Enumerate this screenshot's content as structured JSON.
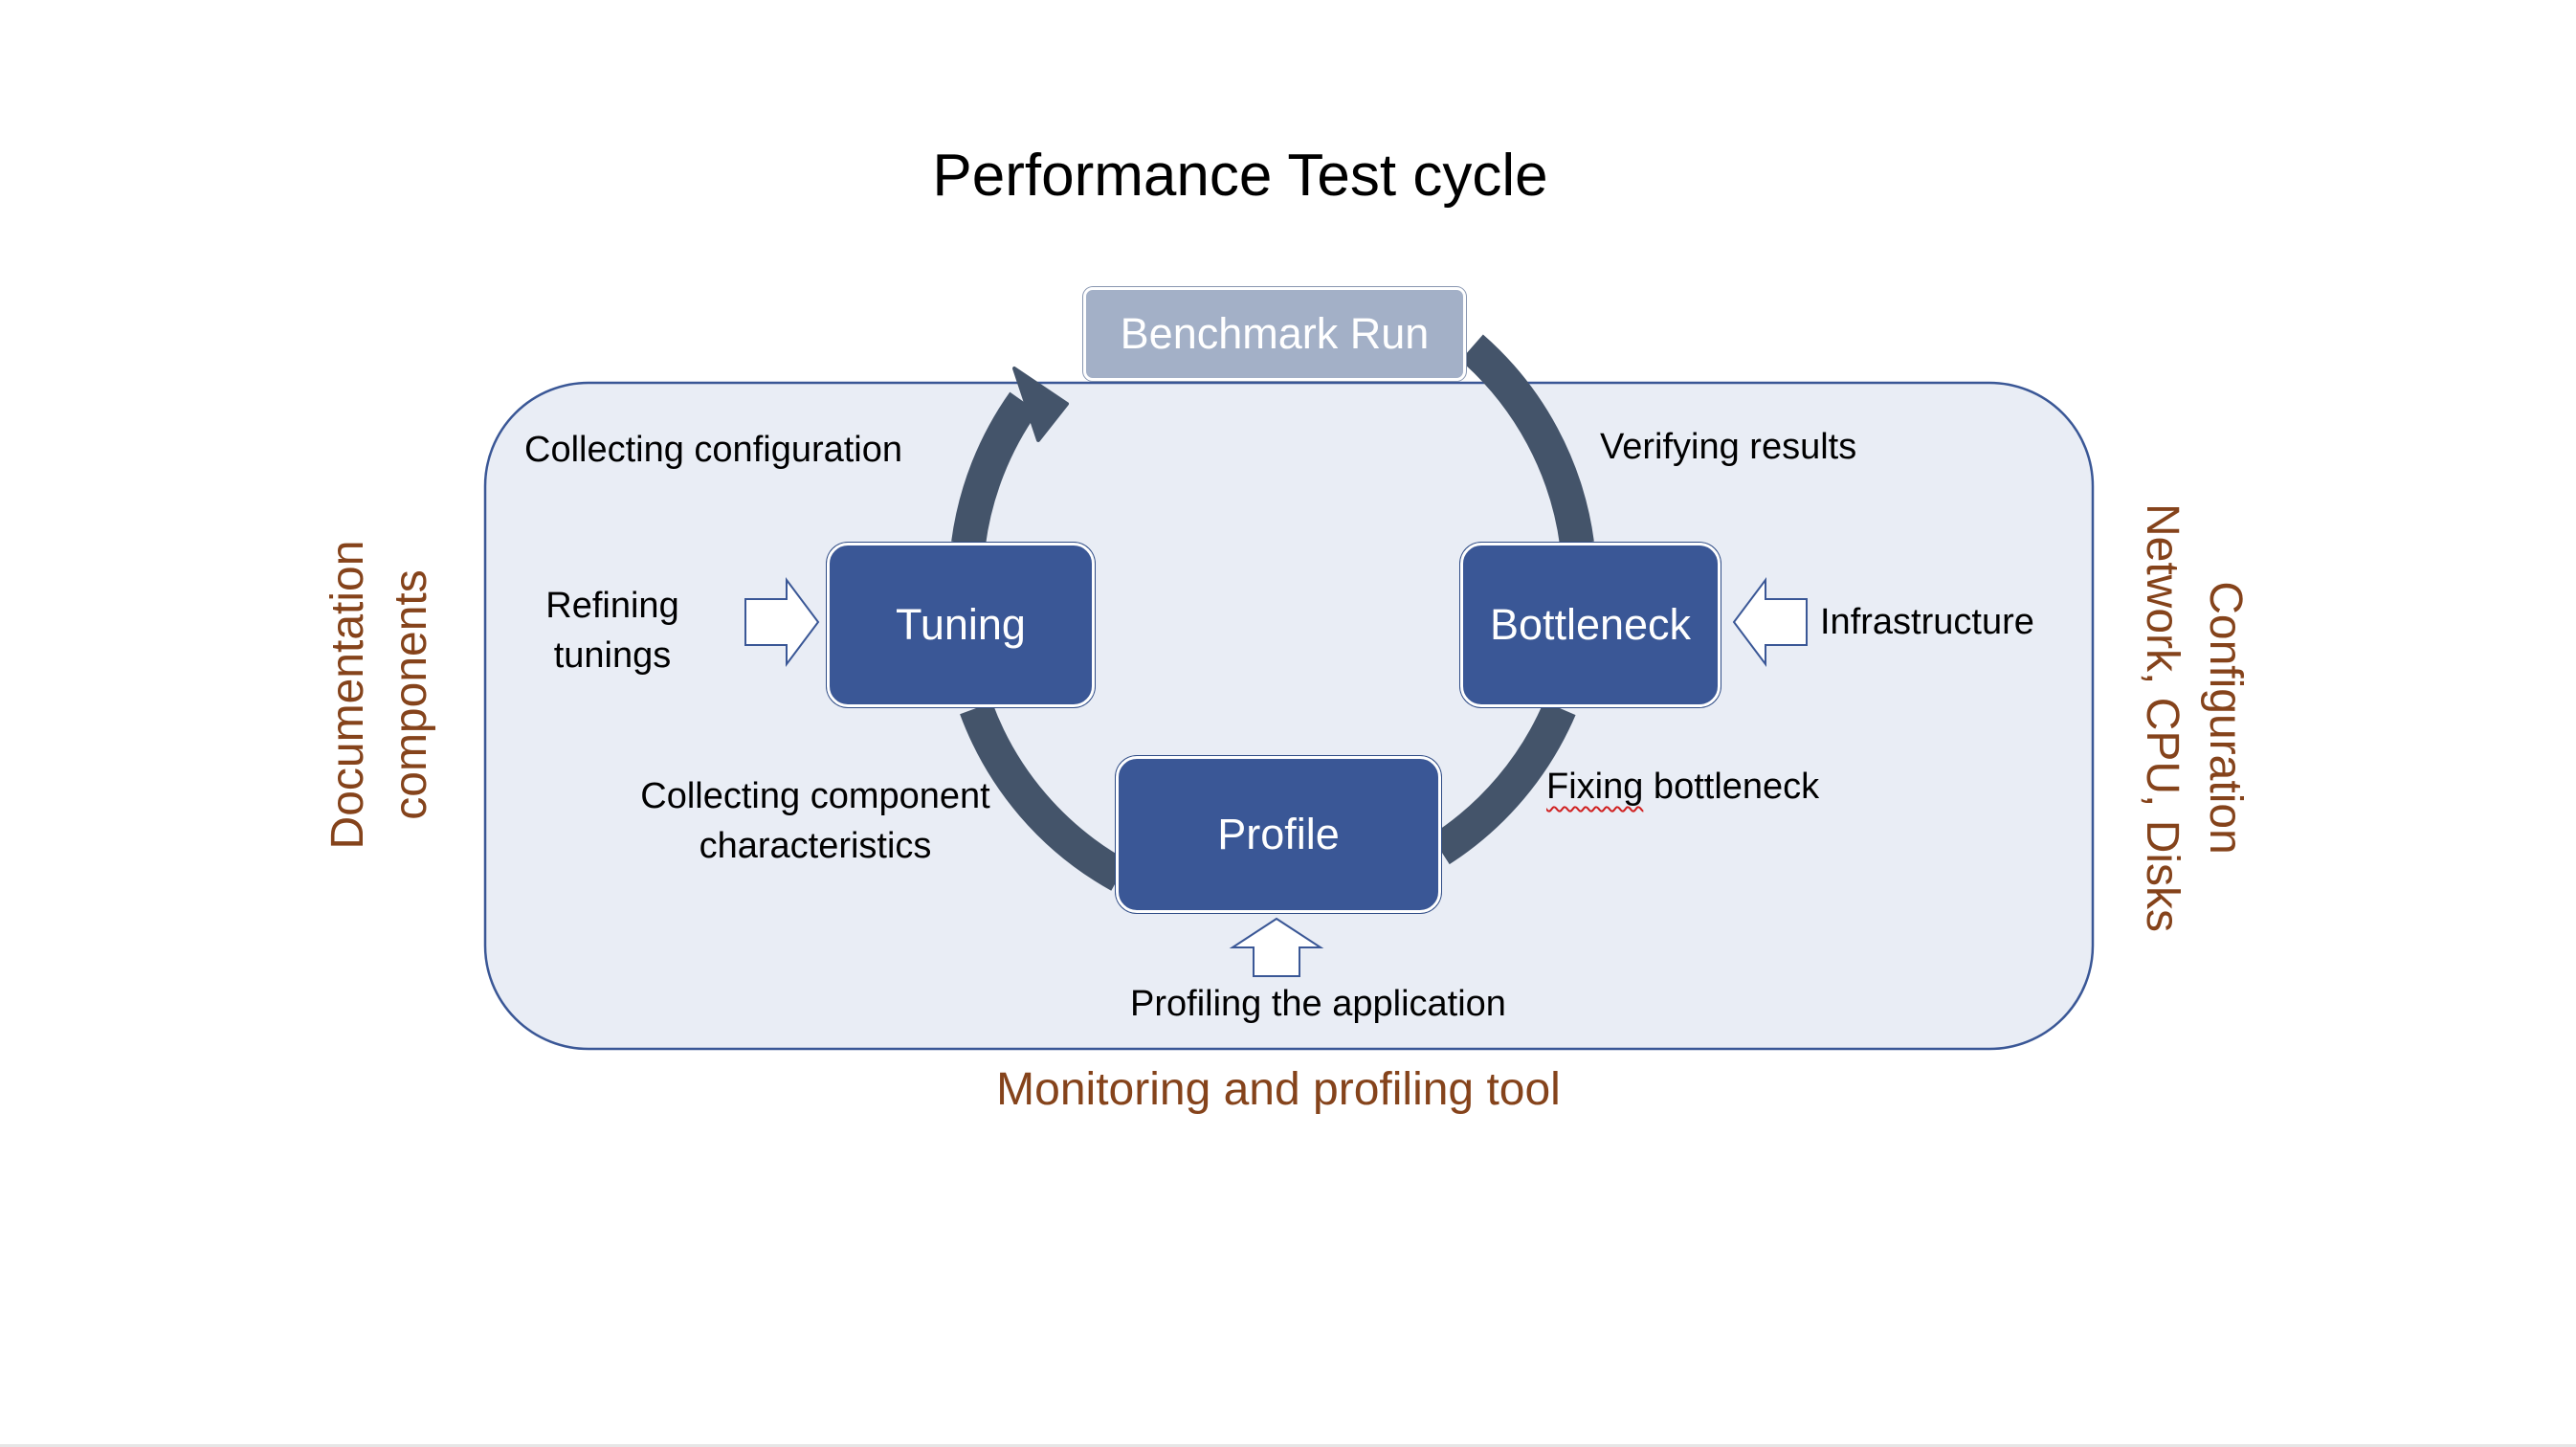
{
  "title": "Performance Test cycle",
  "nodes": {
    "benchmark": "Benchmark Run",
    "tuning": "Tuning",
    "bottleneck": "Bottleneck",
    "profile": "Profile"
  },
  "labels": {
    "collecting_configuration": "Collecting configuration",
    "verifying_results": "Verifying results",
    "refining_line1": "Refining",
    "refining_line2": "tunings",
    "infrastructure": "Infrastructure",
    "collecting_component_line1": "Collecting component",
    "collecting_component_line2": "characteristics",
    "fixing_word1": "Fixing",
    "fixing_word2": " bottleneck",
    "profiling_application": "Profiling the application"
  },
  "side_labels": {
    "left_line1": "Documentation",
    "left_line2": "components",
    "right_line1": "Configuration",
    "right_line2": "Network, CPU, Disks",
    "bottom": "Monitoring and profiling tool"
  },
  "colors": {
    "panel_fill": "#e9edf5",
    "panel_stroke": "#3a5796",
    "cycle_arrow": "#44546a",
    "node_dark": "#3a5796",
    "node_light": "#a3b0c7",
    "side_text": "#85431b"
  },
  "icons": {
    "cycle": "cycle-arrow-icon",
    "right_arrow": "block-arrow-right-icon",
    "left_arrow": "block-arrow-left-icon",
    "up_arrow": "block-arrow-up-icon"
  }
}
